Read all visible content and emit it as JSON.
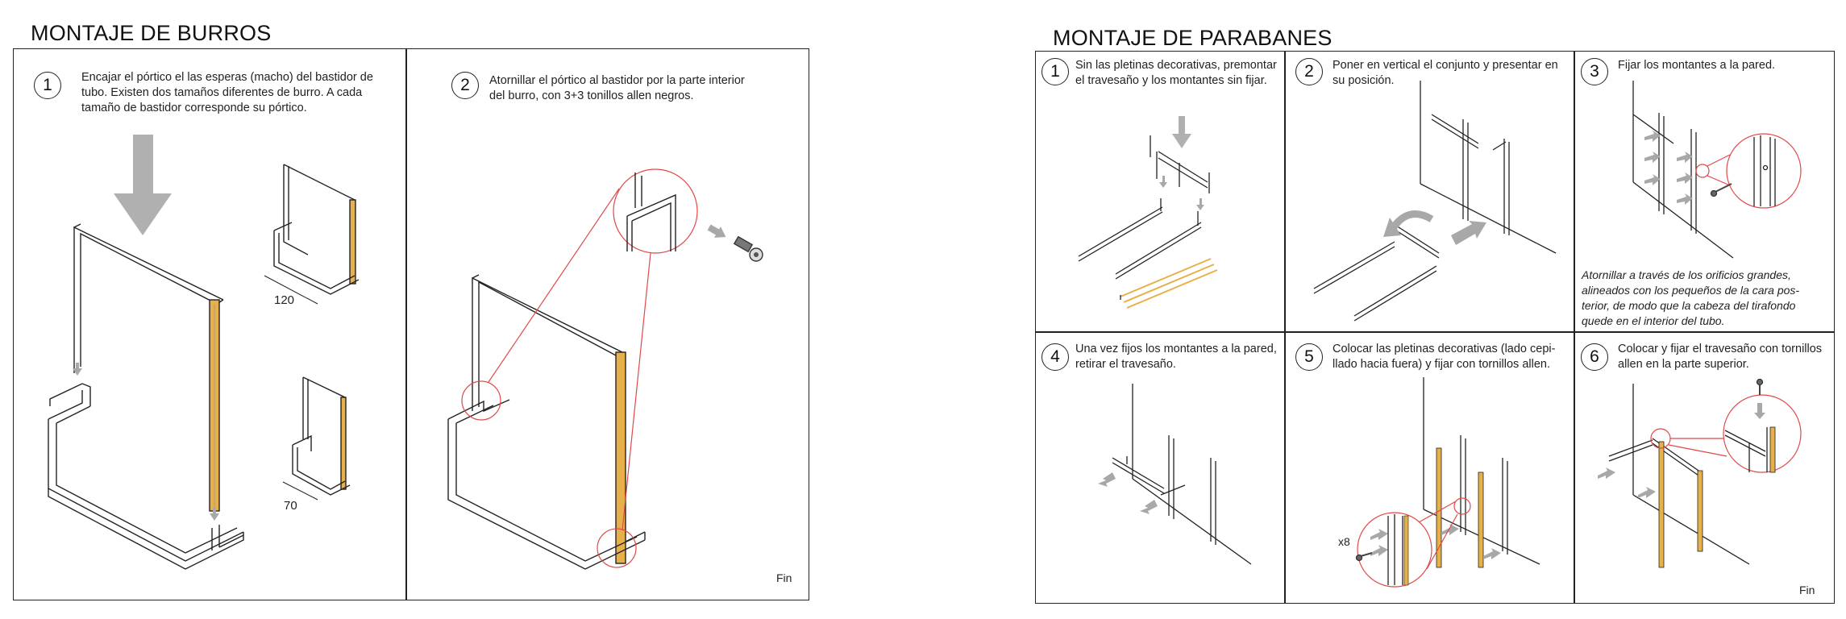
{
  "left": {
    "title": "MONTAJE DE BURROS",
    "steps": [
      {
        "num": "1",
        "text": "Encajar el pórtico el las esperas (macho) del bastidor de tubo. Existen dos tamaños diferentes de burro. A cada tamaño de bastidor corresponde su pórtico."
      },
      {
        "num": "2",
        "text": "Atornillar el pórtico al bastidor por la parte interior del burro, con 3+3 tonillos allen negros."
      }
    ],
    "dims": {
      "large": "120",
      "small": "70"
    },
    "fin": "Fin"
  },
  "right": {
    "title": "MONTAJE DE PARABANES",
    "steps": [
      {
        "num": "1",
        "text": "Sin las pletinas decorativas, premontar el travesaño y los montantes sin fijar."
      },
      {
        "num": "2",
        "text": "Poner en vertical el conjunto y presentar en su posición."
      },
      {
        "num": "3",
        "text": "Fijar los montantes a la pared."
      },
      {
        "num": "4",
        "text": "Una vez fijos los montantes a la pared, retirar el travesaño."
      },
      {
        "num": "5",
        "text": "Colocar las pletinas decorativas (lado cepi-llado hacia fuera) y fijar con tornillos allen."
      },
      {
        "num": "6",
        "text": "Colocar y fijar el travesaño con tornillos allen en la parte superior."
      }
    ],
    "note": "Atornillar a través de los orificios grandes, alineados con los pequeños de la cara pos-terior, de modo que la cabeza del tirafondo quede en el interior del tubo.",
    "screw_count": "x8",
    "fin": "Fin"
  },
  "colors": {
    "line": "#222222",
    "wood": "#e8b04a",
    "arrow": "#a8a8a8",
    "callout": "#e04a4a"
  }
}
